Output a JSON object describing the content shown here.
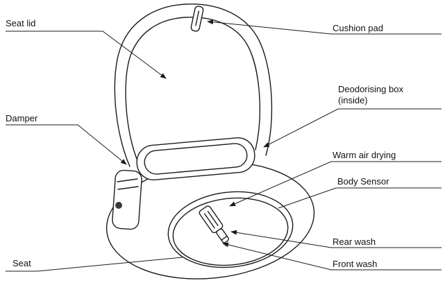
{
  "figure": {
    "colors": {
      "line": "#1b1b1b",
      "background": "#ffffff",
      "knob": "#3a3a3a"
    },
    "labels": {
      "seat_lid": "Seat lid",
      "cushion_pad": "Cushion pad",
      "deodorising_box": "Deodorising box (inside)",
      "damper": "Damper",
      "warm_air_drying": "Warm air drying",
      "body_sensor": "Body Sensor",
      "rear_wash": "Rear wash",
      "front_wash": "Front wash",
      "seat": "Seat"
    }
  }
}
